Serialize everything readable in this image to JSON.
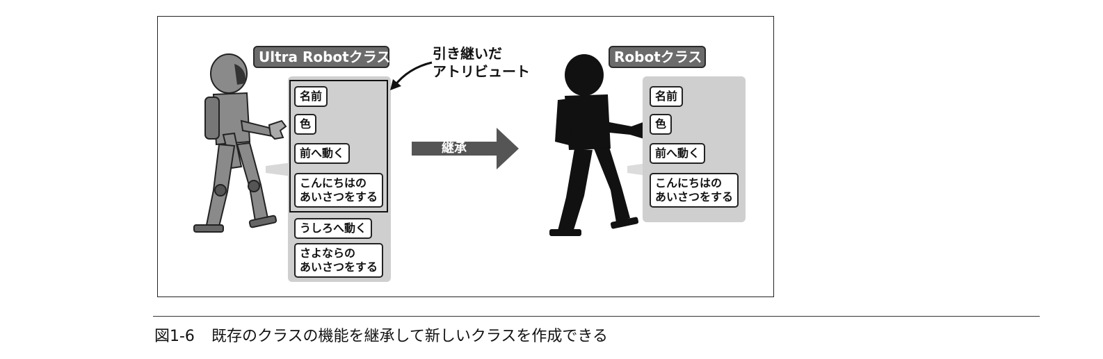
{
  "left_class": {
    "title": "Ultra Robotクラス",
    "inherited_attributes": [
      "名前",
      "色",
      "前へ動く",
      "こんにちはの\nあいさつをする"
    ],
    "own_attributes": [
      "うしろへ動く",
      "さよならの\nあいさつをする"
    ]
  },
  "right_class": {
    "title": "Robotクラス",
    "attributes": [
      "名前",
      "色",
      "前へ動く",
      "こんにちはの\nあいさつをする"
    ]
  },
  "annotation": "引き継いだ\nアトリビュート",
  "inheritance_arrow_label": "継承",
  "caption": {
    "number": "図1-6",
    "text": "既存のクラスの機能を継承して新しいクラスを作成できる"
  },
  "colors": {
    "panel": "#cfcfcf",
    "tag": "#6b6b6b",
    "arrow": "#555555",
    "robot_metal": "#8a8a8a",
    "silhouette": "#111111"
  }
}
